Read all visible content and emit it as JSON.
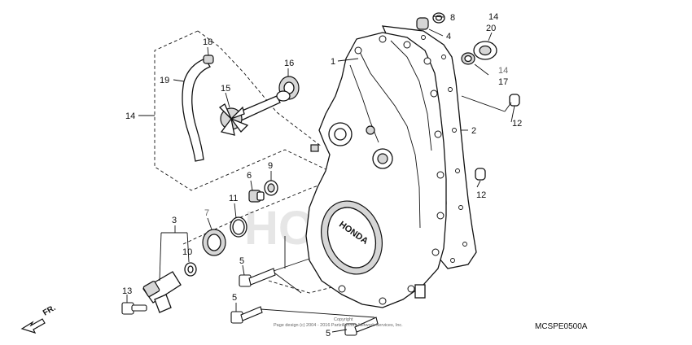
{
  "diagram_code": "MCSPE0500A",
  "direction_label": "FR.",
  "cover_brand": "HONDA",
  "watermark": "HONDA",
  "copyright": [
    "Copyright",
    "Page design (c) 2004 - 2016 Partzilla.com Network Services, Inc."
  ],
  "callouts": {
    "c1": "1",
    "c2": "2",
    "c3": "3",
    "c4": "4",
    "c5a": "5",
    "c5b": "5",
    "c5c": "5",
    "c6": "6",
    "c7": "7",
    "c8": "8",
    "c9": "9",
    "c10": "10",
    "c11": "11",
    "c12a": "12",
    "c12b": "12",
    "c13": "13",
    "c14a": "14",
    "c14b": "14",
    "c14c": "14",
    "c15": "15",
    "c16": "16",
    "c17": "17",
    "c18": "18",
    "c19": "19",
    "c20": "20"
  },
  "colors": {
    "line": "#111111",
    "callout_highlight": "#6b6b6b",
    "watermark": "#e6e6e6",
    "background": "#ffffff"
  }
}
